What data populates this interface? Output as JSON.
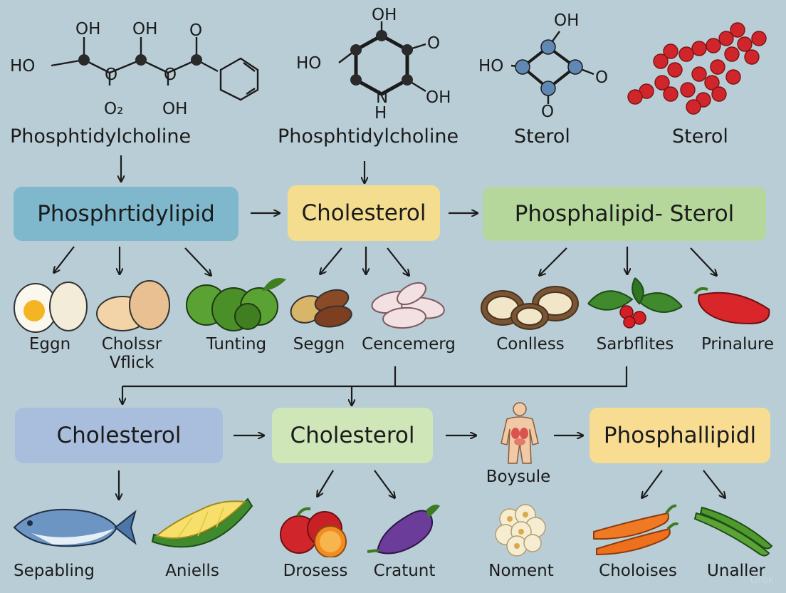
{
  "colors": {
    "background": "#b9cdd6",
    "box_blue": "#7fb8cc",
    "box_yellow": "#f4dd8e",
    "box_green": "#b5d79b",
    "box_lavender": "#a9bedd",
    "box_mint": "#cfe6b8",
    "box_peach": "#f8dc92",
    "arrow": "#1b1b1b"
  },
  "molecules": {
    "m1": {
      "label": "Phosphtidylcholine",
      "atoms": [
        "OH",
        "OH",
        "O",
        "HO",
        "O",
        "O",
        "O₂",
        "OH"
      ]
    },
    "m2": {
      "label": "Phosphtidylcholine",
      "atoms": [
        "OH",
        "HO",
        "O",
        "OH",
        "N",
        "H"
      ]
    },
    "m3": {
      "label": "Sterol",
      "atoms": [
        "OH",
        "HO",
        "O",
        "O"
      ]
    },
    "m4": {
      "label": "Sterol",
      "icon": "red-bead-chain-icon"
    }
  },
  "row1_boxes": [
    "Phosphrtidylipid",
    "Cholesterol",
    "Phosphalipid- Sterol"
  ],
  "row1_foods": [
    {
      "label": "Eggn",
      "icon": "egg-icon"
    },
    {
      "label": "Cholssr\nVflick",
      "icon": "egg-whole-icon"
    },
    {
      "label": "Tunting",
      "icon": "olive-icon"
    },
    {
      "label": "Seggn",
      "icon": "nut-icon"
    },
    {
      "label": "Cencemerg",
      "icon": "seed-icon"
    },
    {
      "label": "Conlless",
      "icon": "nut-slice-icon"
    },
    {
      "label": "Sarbflites",
      "icon": "berry-leaf-icon"
    },
    {
      "label": "Prinalure",
      "icon": "red-pepper-icon"
    }
  ],
  "row2_boxes": [
    "Cholesterol",
    "Cholesterol",
    "Phosphallipidl"
  ],
  "body_label": "Boysule",
  "row2_foods": [
    {
      "label": "Sepabling",
      "icon": "fish-icon"
    },
    {
      "label": "Aniells",
      "icon": "lemon-slice-icon"
    },
    {
      "label": "Drosess",
      "icon": "apple-icon"
    },
    {
      "label": "Cratunt",
      "icon": "eggplant-icon"
    },
    {
      "label": "Noment",
      "icon": "cauliflower-icon"
    },
    {
      "label": "Choloises",
      "icon": "carrot-icon"
    },
    {
      "label": "Unaller",
      "icon": "green-bean-icon"
    }
  ],
  "watermark": "Grok"
}
